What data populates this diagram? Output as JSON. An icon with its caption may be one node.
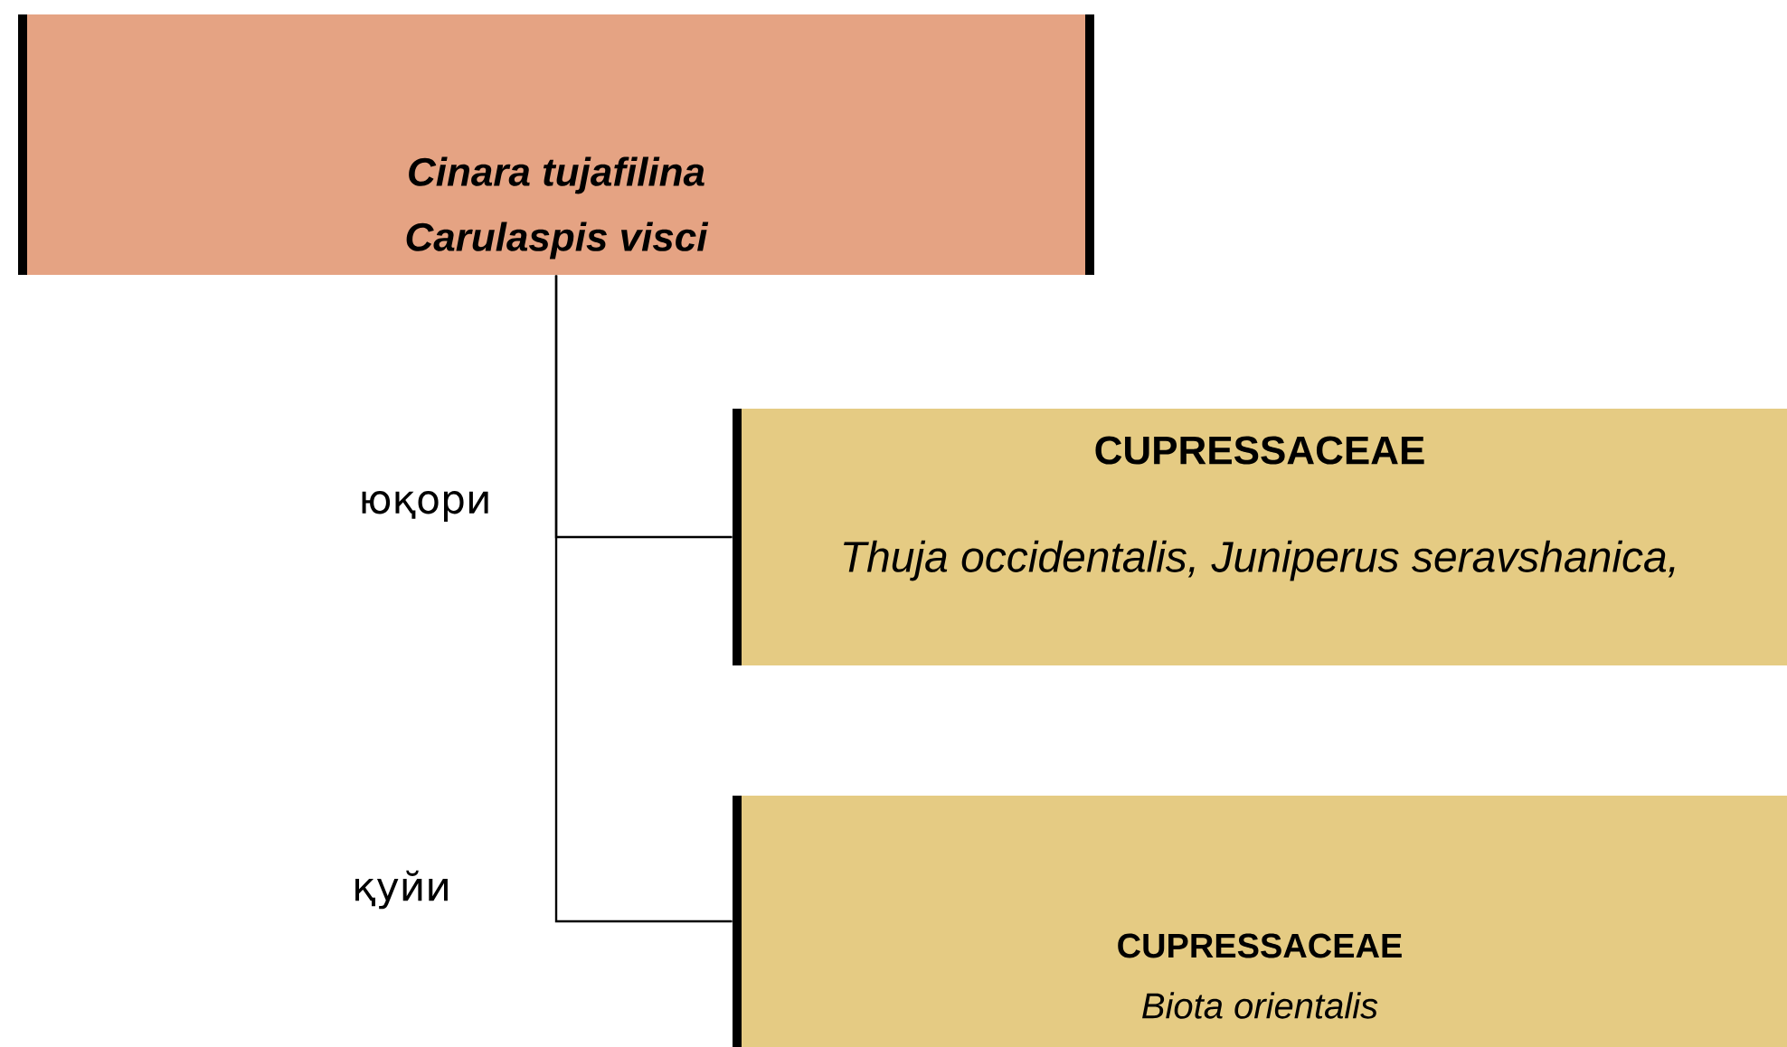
{
  "diagram": {
    "nodes": [
      {
        "text": [
          "Cinara tujafilina",
          "Carulaspis visci"
        ]
      },
      {
        "text": [
          "CUPRESSACEAE",
          "Thuja occidentalis, Juniperus seravshanica,"
        ]
      },
      {
        "text": [
          "CUPRESSACEAE",
          "Biota orientalis"
        ]
      }
    ],
    "edges": [
      {
        "from": 0,
        "to": 1,
        "arrow": "none",
        "label": "юқори"
      },
      {
        "from": 0,
        "to": 2,
        "arrow": "none",
        "label": "қуйи"
      }
    ]
  }
}
